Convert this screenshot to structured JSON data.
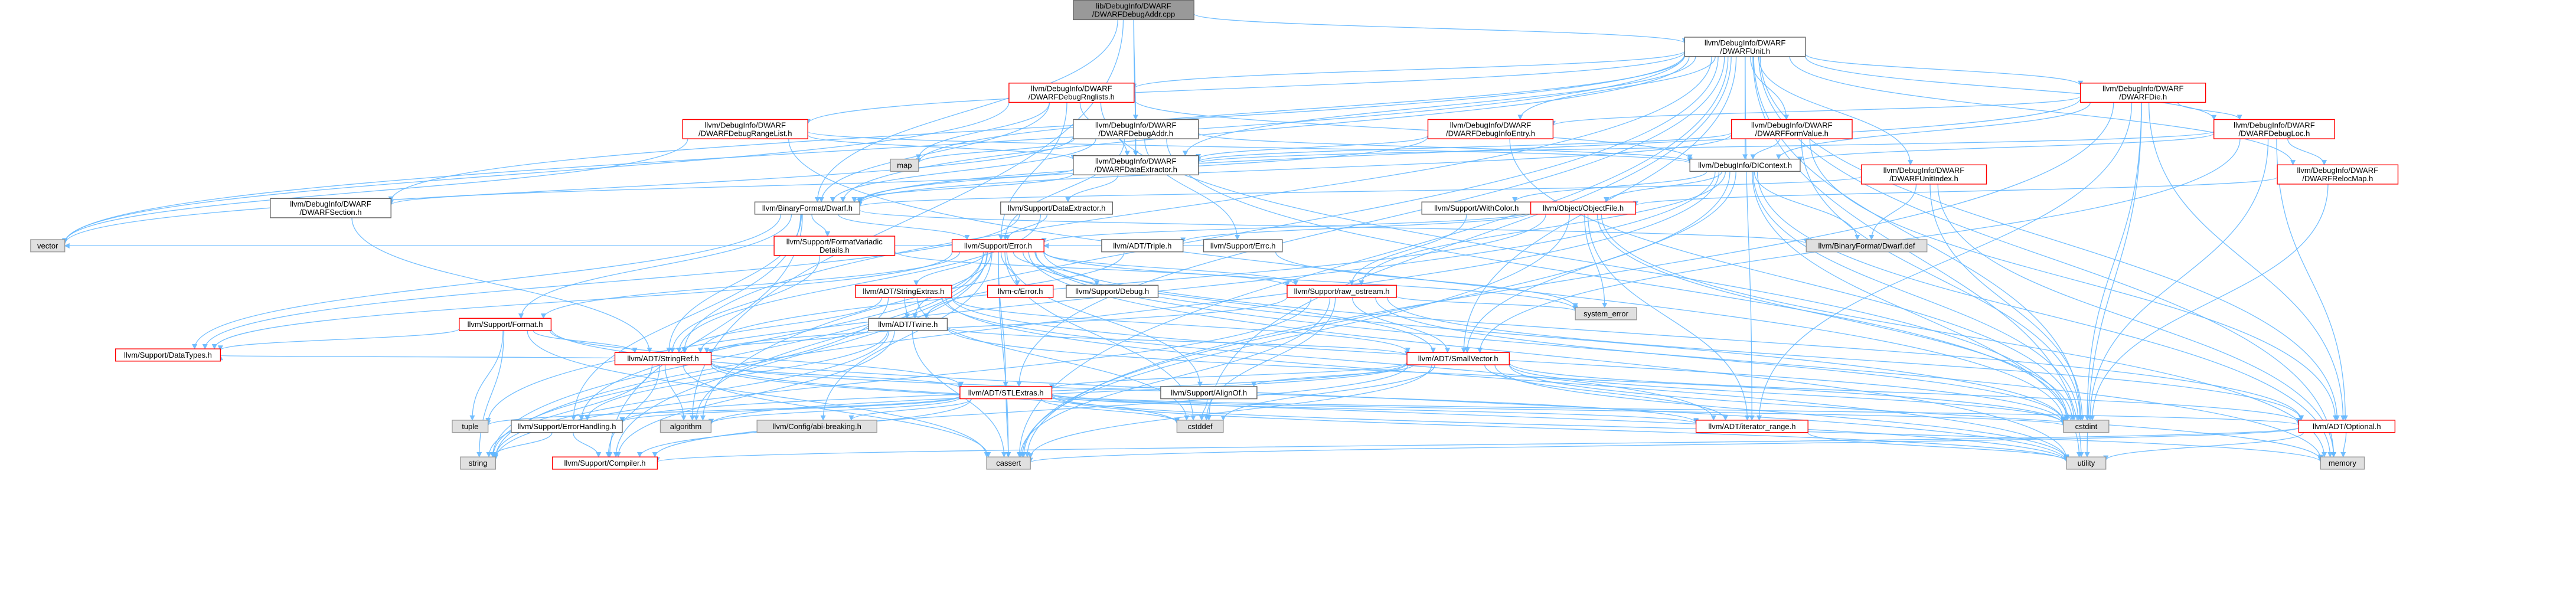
{
  "diagram": {
    "nodes": [
      {
        "id": "root",
        "lines": [
          "lib/DebugInfo/DWARF",
          "/DWARFDebugAddr.cpp"
        ],
        "style": "root"
      },
      {
        "id": "dwarfunit",
        "lines": [
          "llvm/DebugInfo/DWARF",
          "/DWARFUnit.h"
        ],
        "style": "normal"
      },
      {
        "id": "dwarfdebugrnglists",
        "lines": [
          "llvm/DebugInfo/DWARF",
          "/DWARFDebugRnglists.h"
        ],
        "style": "red"
      },
      {
        "id": "dwarfdie",
        "lines": [
          "llvm/DebugInfo/DWARF",
          "/DWARFDie.h"
        ],
        "style": "red"
      },
      {
        "id": "dwarfdebugaddr",
        "lines": [
          "llvm/DebugInfo/DWARF",
          "/DWARFDebugAddr.h"
        ],
        "style": "normal"
      },
      {
        "id": "dwarfdebuginfoentry",
        "lines": [
          "llvm/DebugInfo/DWARF",
          "/DWARFDebugInfoEntry.h"
        ],
        "style": "red"
      },
      {
        "id": "dwarfformvalue",
        "lines": [
          "llvm/DebugInfo/DWARF",
          "/DWARFFormValue.h"
        ],
        "style": "red"
      },
      {
        "id": "dwarfdebugloc",
        "lines": [
          "llvm/DebugInfo/DWARF",
          "/DWARFDebugLoc.h"
        ],
        "style": "red"
      },
      {
        "id": "dwarfdebugrangelist",
        "lines": [
          "llvm/DebugInfo/DWARF",
          "/DWARFDebugRangeList.h"
        ],
        "style": "red"
      },
      {
        "id": "dicontext",
        "lines": [
          "llvm/DebugInfo/DIContext.h"
        ],
        "style": "normal"
      },
      {
        "id": "dwarfdataextractor",
        "lines": [
          "llvm/DebugInfo/DWARF",
          "/DWARFDataExtractor.h"
        ],
        "style": "normal"
      },
      {
        "id": "dwarfunitindex",
        "lines": [
          "llvm/DebugInfo/DWARF",
          "/DWARFUnitIndex.h"
        ],
        "style": "red"
      },
      {
        "id": "dwarfrelocmap",
        "lines": [
          "llvm/DebugInfo/DWARF",
          "/DWARFRelocMap.h"
        ],
        "style": "red"
      },
      {
        "id": "dwarfsection",
        "lines": [
          "llvm/DebugInfo/DWARF",
          "/DWARFSection.h"
        ],
        "style": "normal"
      },
      {
        "id": "map",
        "lines": [
          "map"
        ],
        "style": "gray"
      },
      {
        "id": "dwarf_h",
        "lines": [
          "llvm/BinaryFormat/Dwarf.h"
        ],
        "style": "normal"
      },
      {
        "id": "withcolor",
        "lines": [
          "llvm/Support/WithColor.h"
        ],
        "style": "normal"
      },
      {
        "id": "objectfile",
        "lines": [
          "llvm/Object/ObjectFile.h"
        ],
        "style": "red"
      },
      {
        "id": "dataextractor",
        "lines": [
          "llvm/Support/DataExtractor.h"
        ],
        "style": "normal"
      },
      {
        "id": "formatvariadicdetails",
        "lines": [
          "llvm/Support/FormatVariadic",
          "Details.h"
        ],
        "style": "red"
      },
      {
        "id": "triple",
        "lines": [
          "llvm/ADT/Triple.h"
        ],
        "style": "normal"
      },
      {
        "id": "errc",
        "lines": [
          "llvm/Support/Errc.h"
        ],
        "style": "normal"
      },
      {
        "id": "dwarf_def",
        "lines": [
          "llvm/BinaryFormat/Dwarf.def"
        ],
        "style": "gray"
      },
      {
        "id": "vector",
        "lines": [
          "vector"
        ],
        "style": "gray"
      },
      {
        "id": "error_h",
        "lines": [
          "llvm/Support/Error.h"
        ],
        "style": "red"
      },
      {
        "id": "cerror",
        "lines": [
          "llvm-c/Error.h"
        ],
        "style": "red"
      },
      {
        "id": "debug_h",
        "lines": [
          "llvm/Support/Debug.h"
        ],
        "style": "normal"
      },
      {
        "id": "stringextras",
        "lines": [
          "llvm/ADT/StringExtras.h"
        ],
        "style": "red"
      },
      {
        "id": "raw_ostream",
        "lines": [
          "llvm/Support/raw_ostream.h"
        ],
        "style": "red"
      },
      {
        "id": "system_error",
        "lines": [
          "system_error"
        ],
        "style": "gray"
      },
      {
        "id": "twine",
        "lines": [
          "llvm/ADT/Twine.h"
        ],
        "style": "normal"
      },
      {
        "id": "format_h",
        "lines": [
          "llvm/Support/Format.h"
        ],
        "style": "red"
      },
      {
        "id": "datatypes",
        "lines": [
          "llvm/Support/DataTypes.h"
        ],
        "style": "red"
      },
      {
        "id": "stringref",
        "lines": [
          "llvm/ADT/StringRef.h"
        ],
        "style": "red"
      },
      {
        "id": "smallvector",
        "lines": [
          "llvm/ADT/SmallVector.h"
        ],
        "style": "red"
      },
      {
        "id": "stlextras",
        "lines": [
          "llvm/ADT/STLExtras.h"
        ],
        "style": "red"
      },
      {
        "id": "alignof",
        "lines": [
          "llvm/Support/AlignOf.h"
        ],
        "style": "normal"
      },
      {
        "id": "tuple",
        "lines": [
          "tuple"
        ],
        "style": "gray"
      },
      {
        "id": "errorhandling",
        "lines": [
          "llvm/Support/ErrorHandling.h"
        ],
        "style": "normal"
      },
      {
        "id": "algorithm",
        "lines": [
          "algorithm"
        ],
        "style": "gray"
      },
      {
        "id": "abibreaking",
        "lines": [
          "llvm/Config/abi-breaking.h"
        ],
        "style": "gray"
      },
      {
        "id": "cstddef",
        "lines": [
          "cstddef"
        ],
        "style": "gray"
      },
      {
        "id": "iterator_range",
        "lines": [
          "llvm/ADT/iterator_range.h"
        ],
        "style": "red"
      },
      {
        "id": "cstdint",
        "lines": [
          "cstdint"
        ],
        "style": "gray"
      },
      {
        "id": "optional",
        "lines": [
          "llvm/ADT/Optional.h"
        ],
        "style": "red"
      },
      {
        "id": "string",
        "lines": [
          "string"
        ],
        "style": "gray"
      },
      {
        "id": "compiler",
        "lines": [
          "llvm/Support/Compiler.h"
        ],
        "style": "red"
      },
      {
        "id": "cassert",
        "lines": [
          "cassert"
        ],
        "style": "gray"
      },
      {
        "id": "utility",
        "lines": [
          "utility"
        ],
        "style": "gray"
      },
      {
        "id": "memory",
        "lines": [
          "memory"
        ],
        "style": "gray"
      }
    ],
    "edges": [
      [
        "root",
        "dwarfunit"
      ],
      [
        "root",
        "dwarfdebugaddr"
      ],
      [
        "root",
        "dwarf_h"
      ],
      [
        "root",
        "dwarfdataextractor"
      ],
      [
        "root",
        "algorithm"
      ],
      [
        "dwarfunit",
        "dwarfdebugrnglists"
      ],
      [
        "dwarfunit",
        "dwarfdie"
      ],
      [
        "dwarfunit",
        "dwarfdebuginfoentry"
      ],
      [
        "dwarfunit",
        "dwarfformvalue"
      ],
      [
        "dwarfunit",
        "dwarfdebugloc"
      ],
      [
        "dwarfunit",
        "dwarfdebugrangelist"
      ],
      [
        "dwarfunit",
        "dwarfunitindex"
      ],
      [
        "dwarfunit",
        "dwarfrelocmap"
      ],
      [
        "dwarfunit",
        "dwarfsection"
      ],
      [
        "dwarfunit",
        "dicontext"
      ],
      [
        "dwarfunit",
        "dwarfdataextractor"
      ],
      [
        "dwarfunit",
        "dwarf_h"
      ],
      [
        "dwarfunit",
        "map"
      ],
      [
        "dwarfunit",
        "vector"
      ],
      [
        "dwarfunit",
        "stringref"
      ],
      [
        "dwarfunit",
        "smallvector"
      ],
      [
        "dwarfunit",
        "stlextras"
      ],
      [
        "dwarfunit",
        "iterator_range"
      ],
      [
        "dwarfunit",
        "optional"
      ],
      [
        "dwarfunit",
        "cstdint"
      ],
      [
        "dwarfunit",
        "cstddef"
      ],
      [
        "dwarfunit",
        "cassert"
      ],
      [
        "dwarfunit",
        "memory"
      ],
      [
        "dwarfunit",
        "utility"
      ],
      [
        "dwarfunit",
        "algorithm"
      ],
      [
        "dwarfdebugrnglists",
        "dwarfdataextractor"
      ],
      [
        "dwarfdebugrnglists",
        "dicontext"
      ],
      [
        "dwarfdebugrnglists",
        "dwarf_h"
      ],
      [
        "dwarfdebugrnglists",
        "map"
      ],
      [
        "dwarfdebugrnglists",
        "vector"
      ],
      [
        "dwarfdebugrnglists",
        "error_h"
      ],
      [
        "dwarfdebugrnglists",
        "cstdint"
      ],
      [
        "dwarfdie",
        "dwarfdebuginfoentry"
      ],
      [
        "dwarfdie",
        "dwarfdebugloc"
      ],
      [
        "dwarfdie",
        "dicontext"
      ],
      [
        "dwarfdie",
        "dwarf_h"
      ],
      [
        "dwarfdie",
        "iterator_range"
      ],
      [
        "dwarfdie",
        "optional"
      ],
      [
        "dwarfdie",
        "cassert"
      ],
      [
        "dwarfdie",
        "cstdint"
      ],
      [
        "dwarfdie",
        "utility"
      ],
      [
        "dwarfdebugaddr",
        "dicontext"
      ],
      [
        "dwarfdebugaddr",
        "dwarfdataextractor"
      ],
      [
        "dwarfdebugaddr",
        "dwarf_h"
      ],
      [
        "dwarfdebugaddr",
        "errc"
      ],
      [
        "dwarfdebugaddr",
        "error_h"
      ],
      [
        "dwarfdebugaddr",
        "map"
      ],
      [
        "dwarfdebugaddr",
        "cstdint"
      ],
      [
        "dwarfdebugaddr",
        "vector"
      ],
      [
        "dwarfdebuginfoentry",
        "dwarf_h"
      ],
      [
        "dwarfdebuginfoentry",
        "cstdint"
      ],
      [
        "dwarfdebuginfoentry",
        "dwarfdataextractor"
      ],
      [
        "dwarfformvalue",
        "dicontext"
      ],
      [
        "dwarfformvalue",
        "dwarfdataextractor"
      ],
      [
        "dwarfformvalue",
        "dwarf_h"
      ],
      [
        "dwarfformvalue",
        "optional"
      ],
      [
        "dwarfformvalue",
        "cstdint"
      ],
      [
        "dwarfdebugloc",
        "dwarfrelocmap"
      ],
      [
        "dwarfdebugloc",
        "dicontext"
      ],
      [
        "dwarfdebugloc",
        "dwarfdataextractor"
      ],
      [
        "dwarfdebugloc",
        "smallvector"
      ],
      [
        "dwarfdebugloc",
        "optional"
      ],
      [
        "dwarfdebugloc",
        "cstdint"
      ],
      [
        "dwarfdebugrangelist",
        "dwarfdataextractor"
      ],
      [
        "dwarfdebugrangelist",
        "dicontext"
      ],
      [
        "dwarfdebugrangelist",
        "vector"
      ],
      [
        "dwarfdebugrangelist",
        "cstdint"
      ],
      [
        "dicontext",
        "objectfile"
      ],
      [
        "dicontext",
        "withcolor"
      ],
      [
        "dicontext",
        "raw_ostream"
      ],
      [
        "dicontext",
        "smallvector"
      ],
      [
        "dicontext",
        "cassert"
      ],
      [
        "dicontext",
        "cstdint"
      ],
      [
        "dicontext",
        "memory"
      ],
      [
        "dicontext",
        "string"
      ],
      [
        "dicontext",
        "tuple"
      ],
      [
        "dicontext",
        "utility"
      ],
      [
        "dicontext",
        "dwarf_def"
      ],
      [
        "dwarfdataextractor",
        "dataextractor"
      ],
      [
        "dwarfdataextractor",
        "dwarf_h"
      ],
      [
        "dwarfdataextractor",
        "dwarfsection"
      ],
      [
        "dwarfunitindex",
        "dwarf_h"
      ],
      [
        "dwarfunitindex",
        "dwarf_def"
      ],
      [
        "dwarfunitindex",
        "cstdint"
      ],
      [
        "dwarfunitindex",
        "memory"
      ],
      [
        "dwarfrelocmap",
        "objectfile"
      ],
      [
        "dwarfrelocmap",
        "cstdint"
      ],
      [
        "dwarfsection",
        "stringref"
      ],
      [
        "dwarf_h",
        "formatvariadicdetails"
      ],
      [
        "dwarf_h",
        "error_h"
      ],
      [
        "dwarf_h",
        "stringref"
      ],
      [
        "dwarf_h",
        "format_h"
      ],
      [
        "dwarf_h",
        "compiler"
      ],
      [
        "dwarf_h",
        "datatypes"
      ],
      [
        "dwarf_h",
        "dwarf_def"
      ],
      [
        "dwarf_h",
        "errorhandling"
      ],
      [
        "withcolor",
        "raw_ostream"
      ],
      [
        "objectfile",
        "triple"
      ],
      [
        "objectfile",
        "error_h"
      ],
      [
        "objectfile",
        "iterator_range"
      ],
      [
        "objectfile",
        "stringref"
      ],
      [
        "objectfile",
        "cassert"
      ],
      [
        "objectfile",
        "cstdint"
      ],
      [
        "objectfile",
        "memory"
      ],
      [
        "objectfile",
        "system_error"
      ],
      [
        "dataextractor",
        "error_h"
      ],
      [
        "dataextractor",
        "datatypes"
      ],
      [
        "dataextractor",
        "stringref"
      ],
      [
        "formatvariadicdetails",
        "stringref"
      ],
      [
        "formatvariadicdetails",
        "raw_ostream"
      ],
      [
        "triple",
        "twine"
      ],
      [
        "errc",
        "error_h"
      ],
      [
        "errc",
        "system_error"
      ],
      [
        "error_h",
        "cerror"
      ],
      [
        "error_h",
        "debug_h"
      ],
      [
        "error_h",
        "stringextras"
      ],
      [
        "error_h",
        "raw_ostream"
      ],
      [
        "error_h",
        "abibreaking"
      ],
      [
        "error_h",
        "twine"
      ],
      [
        "error_h",
        "format_h"
      ],
      [
        "error_h",
        "errorhandling"
      ],
      [
        "error_h",
        "stlextras"
      ],
      [
        "error_h",
        "smallvector"
      ],
      [
        "error_h",
        "alignof"
      ],
      [
        "error_h",
        "compiler"
      ],
      [
        "error_h",
        "optional"
      ],
      [
        "error_h",
        "cassert"
      ],
      [
        "error_h",
        "cstdint"
      ],
      [
        "error_h",
        "memory"
      ],
      [
        "error_h",
        "string"
      ],
      [
        "error_h",
        "system_error"
      ],
      [
        "error_h",
        "utility"
      ],
      [
        "error_h",
        "vector"
      ],
      [
        "error_h",
        "algorithm"
      ],
      [
        "error_h",
        "datatypes"
      ],
      [
        "error_h",
        "cstddef"
      ],
      [
        "stringextras",
        "twine"
      ],
      [
        "stringextras",
        "stringref"
      ],
      [
        "stringextras",
        "smallvector"
      ],
      [
        "stringextras",
        "cstddef"
      ],
      [
        "stringextras",
        "cstdint"
      ],
      [
        "stringextras",
        "string"
      ],
      [
        "stringextras",
        "utility"
      ],
      [
        "stringextras",
        "iterator_range"
      ],
      [
        "raw_ostream",
        "smallvector"
      ],
      [
        "raw_ostream",
        "stringref"
      ],
      [
        "raw_ostream",
        "cassert"
      ],
      [
        "raw_ostream",
        "cstddef"
      ],
      [
        "raw_ostream",
        "cstdint"
      ],
      [
        "raw_ostream",
        "string"
      ],
      [
        "raw_ostream",
        "system_error"
      ],
      [
        "raw_ostream",
        "optional"
      ],
      [
        "twine",
        "stringref"
      ],
      [
        "twine",
        "smallvector"
      ],
      [
        "twine",
        "errorhandling"
      ],
      [
        "twine",
        "cassert"
      ],
      [
        "twine",
        "cstdint"
      ],
      [
        "twine",
        "string"
      ],
      [
        "twine",
        "compiler"
      ],
      [
        "format_h",
        "stringref"
      ],
      [
        "format_h",
        "stlextras"
      ],
      [
        "format_h",
        "datatypes"
      ],
      [
        "format_h",
        "cassert"
      ],
      [
        "format_h",
        "tuple"
      ],
      [
        "format_h",
        "utility"
      ],
      [
        "format_h",
        "string"
      ],
      [
        "stringref",
        "stlextras"
      ],
      [
        "stringref",
        "iterator_range"
      ],
      [
        "stringref",
        "compiler"
      ],
      [
        "stringref",
        "algorithm"
      ],
      [
        "stringref",
        "cassert"
      ],
      [
        "stringref",
        "cstddef"
      ],
      [
        "stringref",
        "cstring"
      ],
      [
        "stringref",
        "limits"
      ],
      [
        "stringref",
        "string"
      ],
      [
        "stringref",
        "type_traits"
      ],
      [
        "stringref",
        "utility"
      ],
      [
        "stringref",
        "datatypes"
      ],
      [
        "smallvector",
        "compiler"
      ],
      [
        "smallvector",
        "alignof"
      ],
      [
        "smallvector",
        "errorhandling"
      ],
      [
        "smallvector",
        "stlextras"
      ],
      [
        "smallvector",
        "iterator_range"
      ],
      [
        "smallvector",
        "algorithm"
      ],
      [
        "smallvector",
        "cassert"
      ],
      [
        "smallvector",
        "cstddef"
      ],
      [
        "smallvector",
        "cstdint"
      ],
      [
        "smallvector",
        "memory"
      ],
      [
        "smallvector",
        "utility"
      ],
      [
        "smallvector",
        "optional"
      ],
      [
        "stlextras",
        "optional"
      ],
      [
        "stlextras",
        "iterator_range"
      ],
      [
        "stlextras",
        "abibreaking"
      ],
      [
        "stlextras",
        "errorhandling"
      ],
      [
        "stlextras",
        "algorithm"
      ],
      [
        "stlextras",
        "cassert"
      ],
      [
        "stlextras",
        "cstddef"
      ],
      [
        "stlextras",
        "cstdint"
      ],
      [
        "stlextras",
        "memory"
      ],
      [
        "stlextras",
        "tuple"
      ],
      [
        "stlextras",
        "utility"
      ],
      [
        "stlextras",
        "compiler"
      ],
      [
        "alignof",
        "cstddef"
      ],
      [
        "errorhandling",
        "compiler"
      ],
      [
        "errorhandling",
        "string"
      ],
      [
        "iterator_range",
        "utility"
      ],
      [
        "optional",
        "compiler"
      ],
      [
        "optional",
        "cassert"
      ],
      [
        "optional",
        "memory"
      ],
      [
        "optional",
        "utility"
      ]
    ]
  }
}
